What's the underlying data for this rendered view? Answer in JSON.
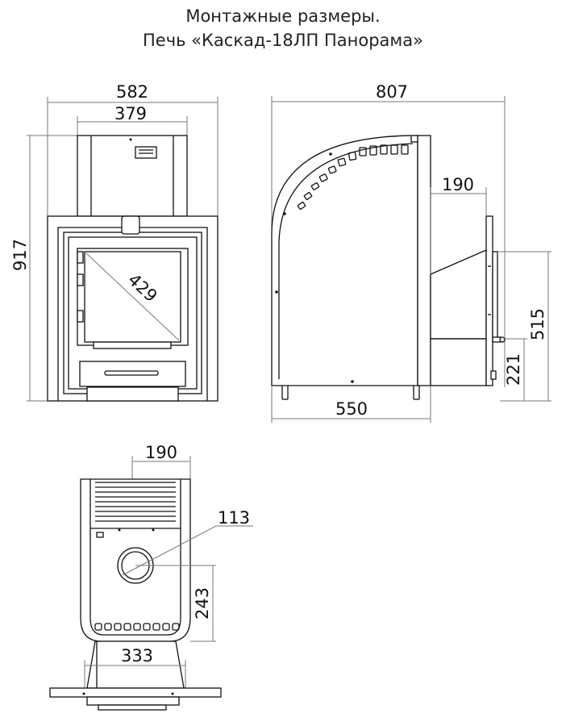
{
  "title": {
    "line1": "Монтажные размеры.",
    "line2": "Печь «Каскад-18ЛП Панорама»"
  },
  "front_view": {
    "width_overall": "582",
    "width_chimney": "379",
    "height_overall": "917",
    "glass_diagonal": "429"
  },
  "side_view": {
    "depth_overall": "807",
    "flue_offset": "190",
    "base_depth": "550",
    "water_outlet_height": "515",
    "water_inlet_height": "221"
  },
  "rear_view": {
    "flue_offset": "190",
    "flue_diameter": "113",
    "flue_height": "243",
    "base_width": "333"
  },
  "colors": {
    "stroke": "#111111",
    "dimension_line": "#777777",
    "background": "#ffffff"
  }
}
